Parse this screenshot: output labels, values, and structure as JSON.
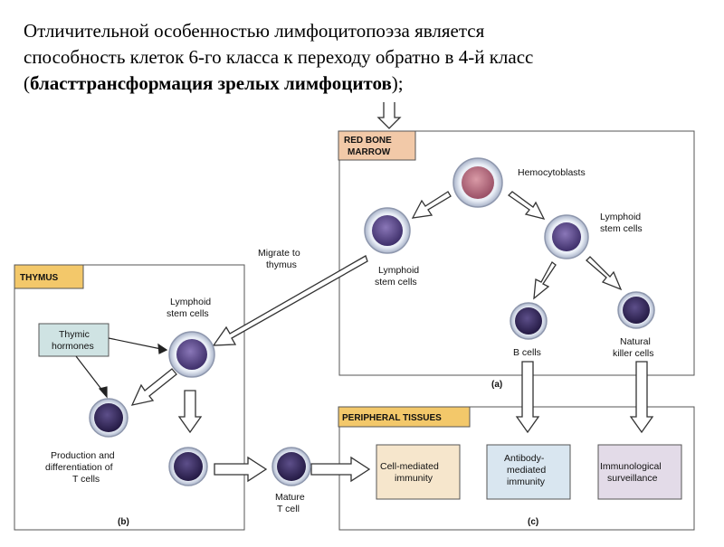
{
  "caption": {
    "line1": "Отличительной особенностью лимфоцитопоэза является",
    "line2": "способность клеток 6-го класса к переходу  обратно в 4-й класс",
    "line3_open": "(",
    "line3_bold": "бласттрансформация зрелых лимфоцитов",
    "line3_close": ");"
  },
  "panels": {
    "bone_marrow": {
      "tag_line1": "RED BONE",
      "tag_line2": "MARROW",
      "letter": "(a)"
    },
    "thymus": {
      "tag": "THYMUS",
      "letter": "(b)"
    },
    "peripheral": {
      "tag": "PERIPHERAL TISSUES",
      "letter": "(c)"
    }
  },
  "labels": {
    "hemocytoblasts": "Hemocytoblasts",
    "lymphoid_right_l1": "Lymphoid",
    "lymphoid_right_l2": "stem cells",
    "lymphoid_left_l1": "Lymphoid",
    "lymphoid_left_l2": "stem cells",
    "b_cells": "B cells",
    "nk_l1": "Natural",
    "nk_l2": "killer cells",
    "migrate_l1": "Migrate to",
    "migrate_l2": "thymus",
    "thymic_l1": "Thymic",
    "thymic_l2": "hormones",
    "thymus_lymphoid_l1": "Lymphoid",
    "thymus_lymphoid_l2": "stem cells",
    "production_l1": "Production and",
    "production_l2": "differentiation of",
    "production_l3": "T cells",
    "mature_l1": "Mature",
    "mature_l2": "T cell"
  },
  "boxes": {
    "cell_mediated_l1": "Cell-mediated",
    "cell_mediated_l2": "immunity",
    "antibody_l1": "Antibody-",
    "antibody_l2": "mediated",
    "antibody_l3": "immunity",
    "surveillance_l1": "Immunological",
    "surveillance_l2": "surveillance"
  },
  "colors": {
    "tag_fill": "#f2c9a8",
    "tag_fill_yellow": "#f3c86a",
    "thymic_fill": "#cfe3e3",
    "cell_mediated_fill": "#f6e6cc",
    "antibody_fill": "#d9e6f0",
    "surveillance_fill": "#e3dbe8",
    "nucleus": "#4b3a78",
    "hemocyte_nucleus": "#b46a7c"
  }
}
